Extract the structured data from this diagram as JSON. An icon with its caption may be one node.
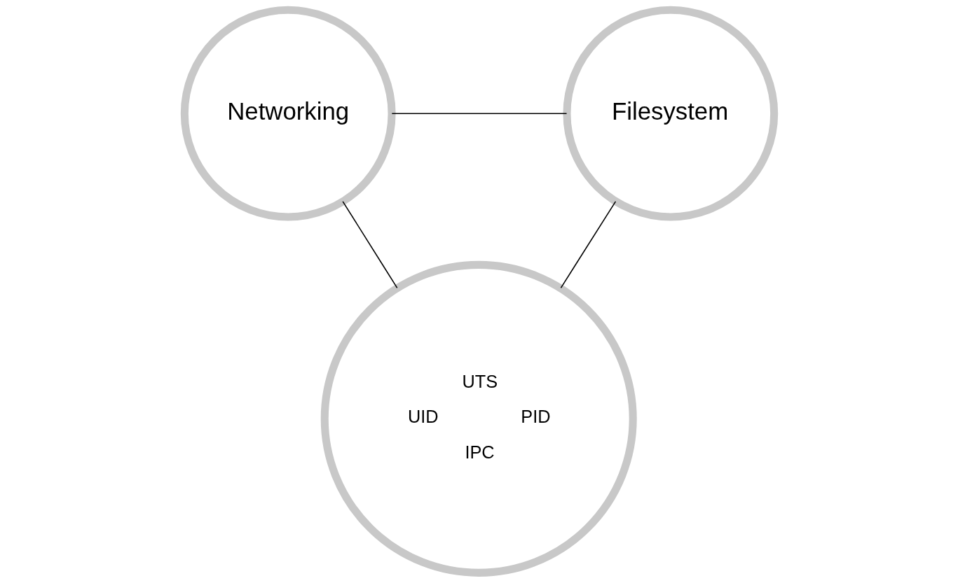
{
  "diagram": {
    "nodes": [
      {
        "text": [
          "Networking"
        ]
      },
      {
        "text": [
          "Filesystem"
        ]
      },
      {
        "text": [
          "UTS",
          "UID",
          "PID",
          "IPC"
        ]
      }
    ],
    "edges": [
      {
        "from": 0,
        "to": 1,
        "arrow": "none"
      },
      {
        "from": 0,
        "to": 2,
        "arrow": "none"
      },
      {
        "from": 1,
        "to": 2,
        "arrow": "none"
      }
    ]
  }
}
